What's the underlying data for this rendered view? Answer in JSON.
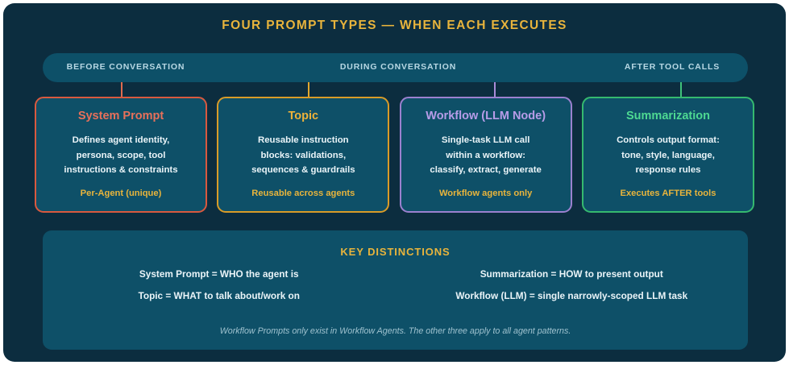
{
  "title": "FOUR PROMPT TYPES — WHEN EACH EXECUTES",
  "colors": {
    "page_background": "#ffffff",
    "board_background": "#0c2d3f",
    "panel_background": "#0e5068",
    "accent_gold": "#e8b43c",
    "system_prompt": "#e8705a",
    "topic": "#edb23a",
    "workflow": "#b79ce8",
    "summarization": "#4ed992",
    "body_text": "#eaf4f8",
    "timeline_label": "#b8d8e4"
  },
  "timeline": {
    "labels": [
      {
        "text": "BEFORE CONVERSATION"
      },
      {
        "text": "DURING CONVERSATION"
      },
      {
        "text": "AFTER TOOL CALLS"
      }
    ]
  },
  "cards": [
    {
      "title": "System Prompt",
      "body": "Defines agent identity,\npersona, scope, tool\ninstructions & constraints",
      "footer": "Per-Agent (unique)",
      "accent": "#d9593f"
    },
    {
      "title": "Topic",
      "body": "Reusable instruction\nblocks: validations,\nsequences & guardrails",
      "footer": "Reusable across agents",
      "accent": "#d99b28"
    },
    {
      "title": "Workflow (LLM Node)",
      "body": "Single-task LLM call\nwithin a workflow:\nclassify, extract, generate",
      "footer": "Workflow agents only",
      "accent": "#9b80cf"
    },
    {
      "title": "Summarization",
      "body": "Controls output format:\ntone, style, language,\nresponse rules",
      "footer": "Executes AFTER tools",
      "accent": "#35b96f"
    }
  ],
  "key_distinctions": {
    "heading": "KEY DISTINCTIONS",
    "rows": [
      {
        "left": "System Prompt = WHO the agent is",
        "right": "Summarization = HOW to present output"
      },
      {
        "left": "Topic = WHAT to talk about/work on",
        "right": "Workflow (LLM) = single narrowly-scoped LLM task"
      }
    ],
    "note": "Workflow Prompts only exist in Workflow Agents. The other three apply to all agent patterns."
  }
}
